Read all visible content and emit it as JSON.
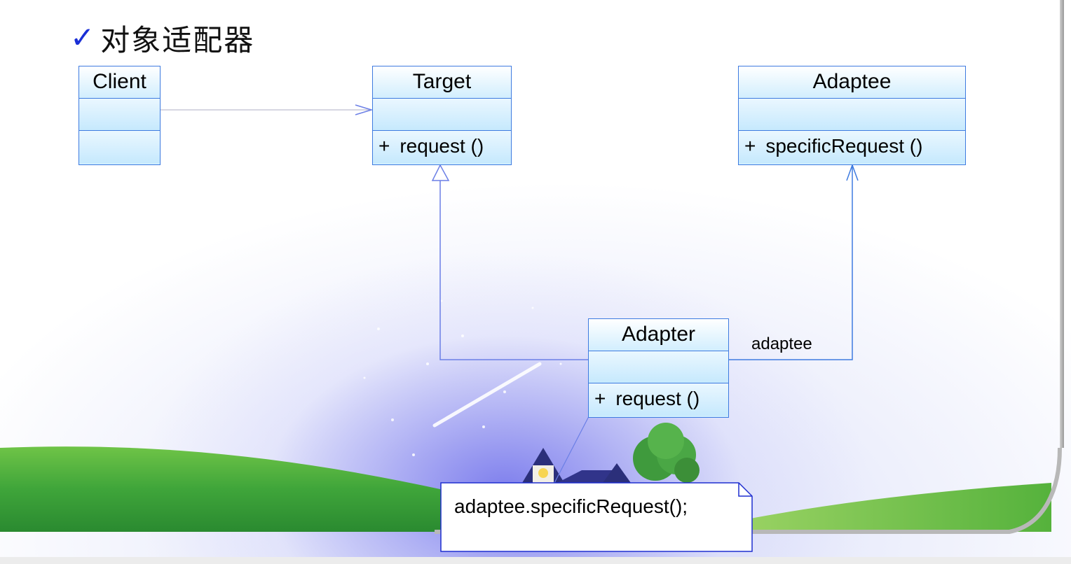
{
  "title": {
    "check_glyph": "✓",
    "text": "对象适配器"
  },
  "classes": {
    "client": {
      "name": "Client",
      "operations": []
    },
    "target": {
      "name": "Target",
      "operations": [
        {
          "visibility": "+",
          "signature": "request ()"
        }
      ]
    },
    "adaptee": {
      "name": "Adaptee",
      "operations": [
        {
          "visibility": "+",
          "signature": "specificRequest ()"
        }
      ]
    },
    "adapter": {
      "name": "Adapter",
      "operations": [
        {
          "visibility": "+",
          "signature": "request ()"
        }
      ]
    }
  },
  "relations": {
    "association_role": "adaptee"
  },
  "note": {
    "text": "adaptee.specificRequest();"
  },
  "colors": {
    "uml_border": "#3e7be0",
    "uml_fill": "#cfeefe",
    "check": "#1a2fd6",
    "connector": "#6b7fe6"
  }
}
